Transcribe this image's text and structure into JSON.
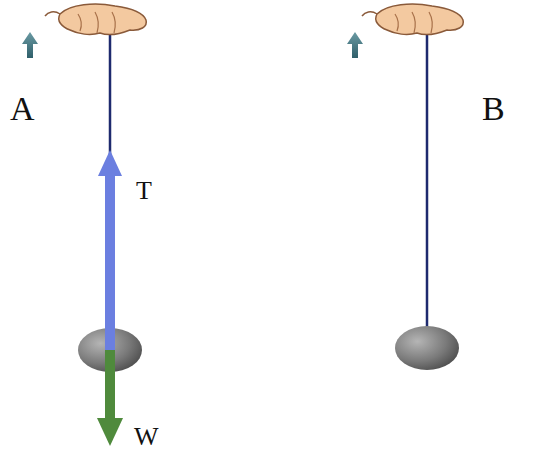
{
  "diagram": {
    "labels": [
      "A",
      "T",
      "W",
      "B"
    ]
  }
}
